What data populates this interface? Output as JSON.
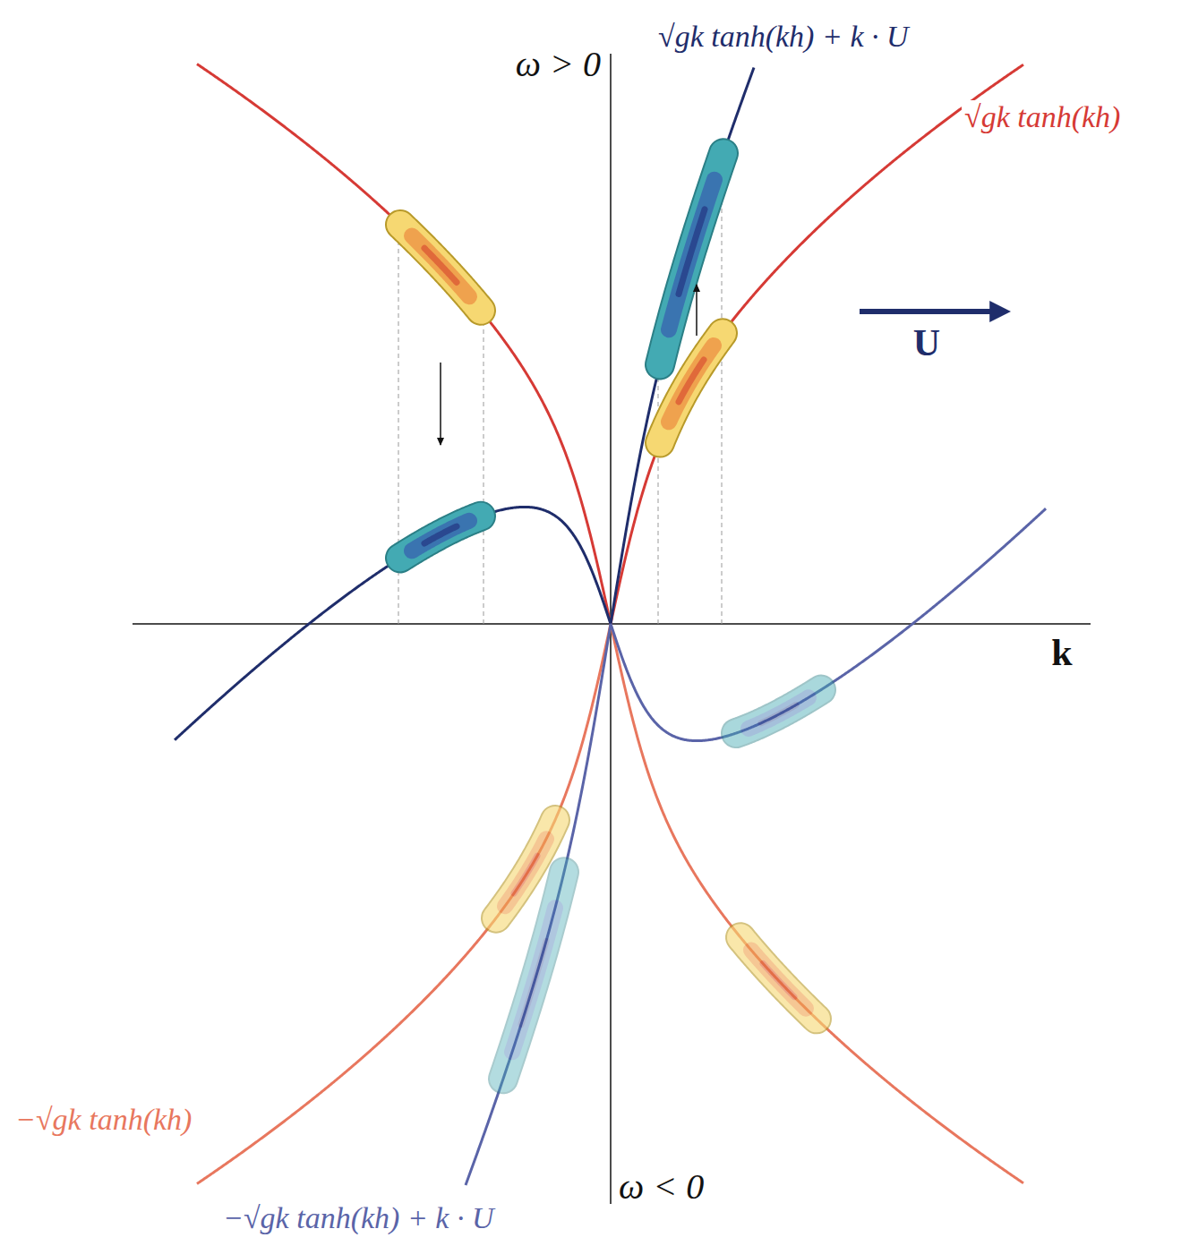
{
  "diagram": {
    "labels": [
      "ω > 0",
      "√gk tanh(kh) + k · U",
      "√gk tanh(kh)",
      "U",
      "k",
      "−√gk tanh(kh)",
      "−√gk tanh(kh) + k · U",
      "ω < 0"
    ]
  }
}
